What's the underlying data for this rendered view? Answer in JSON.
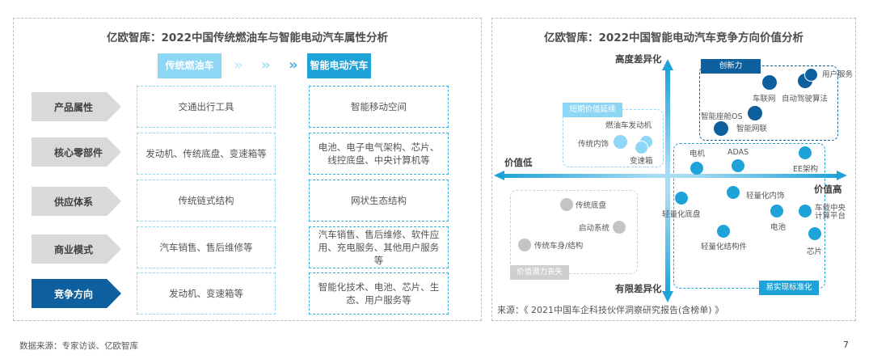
{
  "left": {
    "title": "亿欧智库：2022中国传统燃油车与智能电动汽车属性分析",
    "col_old": "传统燃油车",
    "col_new": "智能电动汽车",
    "chevrons": [
      "»",
      "»",
      "»"
    ],
    "rows": [
      {
        "label": "产品属性",
        "old": "交通出行工具",
        "new": "智能移动空间"
      },
      {
        "label": "核心零部件",
        "old": "发动机、传统底盘、变速箱等",
        "new": "电池、电子电气架构、芯片、线控底盘、中央计算机等"
      },
      {
        "label": "供应体系",
        "old": "传统链式结构",
        "new": "网状生态结构"
      },
      {
        "label": "商业模式",
        "old": "汽车销售、售后维修等",
        "new": "汽车销售、售后维修、软件应用、充电服务、其他用户服务等"
      },
      {
        "label": "竞争方向",
        "old": "发动机、变速箱等",
        "new": "智能化技术、电池、芯片、生态、用户服务等"
      }
    ]
  },
  "right": {
    "title": "亿欧智库：2022中国智能电动汽车竞争方向价值分析",
    "axis": {
      "top": "高度差异化",
      "bottom": "有限差异化",
      "left": "价值低",
      "right": "价值高"
    },
    "groups": {
      "innovation": "创新力",
      "short_term": "短期价值延续",
      "lost": "价值潜力丧失",
      "standard": "易实现标准化"
    },
    "points": {
      "user_service": "用户服务",
      "iov": "车联网",
      "autonomous": "自动驾驶算法",
      "cockpit_os": "智能座舱OS",
      "smart_net": "智能网联",
      "ice_engine": "燃油车发动机",
      "trad_interior": "传统内饰",
      "gearbox": "变速箱",
      "motor": "电机",
      "adas": "ADAS",
      "ee_arch": "EE架构",
      "light_interior": "轻量化内饰",
      "light_chassis": "轻量化底盘",
      "battery": "电池",
      "central_computer_1": "车载中央",
      "central_computer_2": "计算平台",
      "light_structure": "轻量化结构件",
      "chip": "芯片",
      "trad_chassis": "传统底盘",
      "starter": "启动系统",
      "trad_body": "传统车身/结构"
    },
    "source": "来源：《 2021中国车企科技伙伴洞察研究报告(含榜单) 》"
  },
  "footer": {
    "data_source": "数据来源：专家访谈、亿欧智库",
    "page": "7"
  },
  "colors": {
    "dark_blue": "#0d5f9e",
    "mid_blue": "#1ea3d8",
    "light_blue": "#8ed6f5",
    "grey_dot": "#c4c4c4",
    "grey_label": "#d9d9d9"
  },
  "chart_data": {
    "type": "scatter",
    "title": "亿欧智库：2022中国智能电动汽车竞争方向价值分析",
    "xlabel": "价值低 → 价值高",
    "ylabel": "有限差异化 → 高度差异化",
    "quadrants": [
      "创新力",
      "短期价值延续",
      "价值潜力丧失",
      "易实现标准化"
    ],
    "points": [
      {
        "name": "用户服务",
        "group": "创新力",
        "x": 0.92,
        "y": 0.9
      },
      {
        "name": "车联网",
        "group": "创新力",
        "x": 0.62,
        "y": 0.86
      },
      {
        "name": "自动驾驶算法",
        "group": "创新力",
        "x": 0.88,
        "y": 0.88
      },
      {
        "name": "智能座舱OS",
        "group": "创新力",
        "x": 0.35,
        "y": 0.74
      },
      {
        "name": "智能网联",
        "group": "创新力",
        "x": 0.52,
        "y": 0.79
      },
      {
        "name": "燃油车发动机",
        "group": "短期价值延续",
        "x": -0.12,
        "y": 0.2
      },
      {
        "name": "传统内饰",
        "group": "短期价值延续",
        "x": -0.27,
        "y": 0.21
      },
      {
        "name": "变速箱",
        "group": "短期价值延续",
        "x": -0.15,
        "y": 0.17
      },
      {
        "name": "电机",
        "group": "易实现标准化",
        "x": 0.17,
        "y": 0.06
      },
      {
        "name": "ADAS",
        "group": "易实现标准化",
        "x": 0.42,
        "y": 0.06
      },
      {
        "name": "EE架构",
        "group": "易实现标准化",
        "x": 0.85,
        "y": 0.14
      },
      {
        "name": "轻量化内饰",
        "group": "易实现标准化",
        "x": 0.4,
        "y": -0.1
      },
      {
        "name": "轻量化底盘",
        "group": "易实现标准化",
        "x": 0.07,
        "y": -0.13
      },
      {
        "name": "电池",
        "group": "易实现标准化",
        "x": 0.67,
        "y": -0.22
      },
      {
        "name": "车载中央计算平台",
        "group": "易实现标准化",
        "x": 0.85,
        "y": -0.22
      },
      {
        "name": "轻量化结构件",
        "group": "易实现标准化",
        "x": 0.32,
        "y": -0.38
      },
      {
        "name": "芯片",
        "group": "易实现标准化",
        "x": 0.88,
        "y": -0.38
      },
      {
        "name": "传统底盘",
        "group": "价值潜力丧失",
        "x": -0.62,
        "y": -0.22
      },
      {
        "name": "启动系统",
        "group": "价值潜力丧失",
        "x": -0.33,
        "y": -0.34
      },
      {
        "name": "传统车身/结构",
        "group": "价值潜力丧失",
        "x": -0.9,
        "y": -0.44
      }
    ]
  }
}
